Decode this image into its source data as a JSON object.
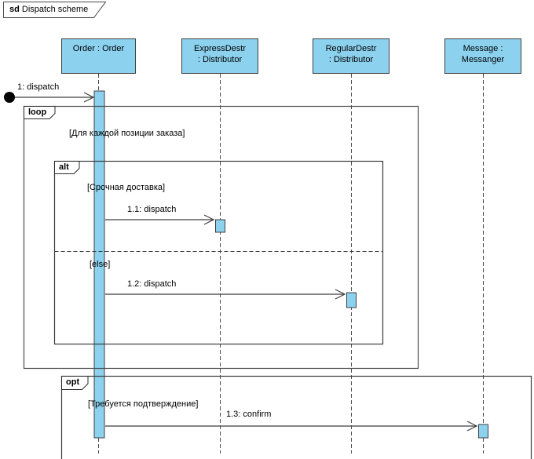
{
  "frame": {
    "keyword": "sd",
    "name": "Dispatch scheme"
  },
  "lifelines": [
    {
      "label": "Order : Order"
    },
    {
      "label": "ExpressDestr\n: Distributor"
    },
    {
      "label": "RegularDestr\n: Distributor"
    },
    {
      "label": "Message :\nMessanger"
    }
  ],
  "fragments": {
    "loop": {
      "operator": "loop",
      "guard": "[Для каждой позиции заказа]"
    },
    "alt": {
      "operator": "alt",
      "guard_if": "[Срочная доставка]",
      "guard_else": "[else]"
    },
    "opt": {
      "operator": "opt",
      "guard": "[Требуется подтверждение]"
    }
  },
  "messages": [
    {
      "label": "1: dispatch"
    },
    {
      "label": "1.1: dispatch"
    },
    {
      "label": "1.2: dispatch"
    },
    {
      "label": "1.3: confirm"
    }
  ],
  "colors": {
    "shape_fill": "#8CD2EF",
    "shape_border": "#3F3F3F",
    "frame_line": "#4A4A4A",
    "background": "#FFFFFF"
  }
}
